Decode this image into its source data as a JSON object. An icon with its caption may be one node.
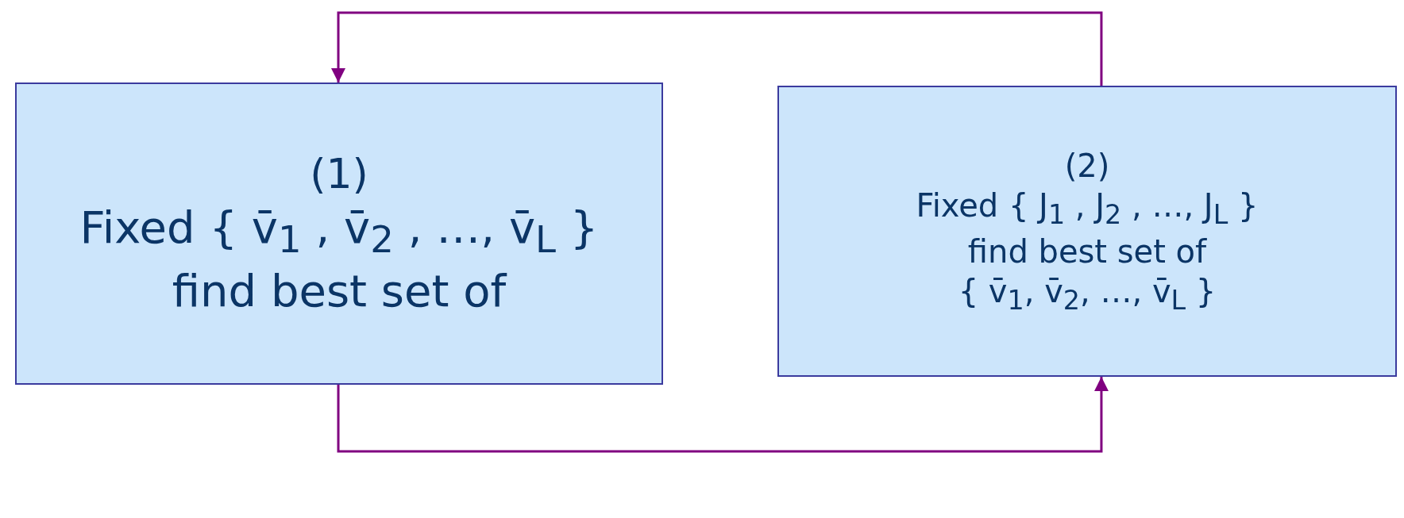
{
  "diagram": {
    "nodes": [
      {
        "text": [
          "(1)",
          "Fixed { v̄$_{1}$ , v̄$_{2}$ , …, v̄$_{L}$ }",
          "find best set of"
        ]
      },
      {
        "text": [
          "(2)",
          "Fixed { J$_{1}$ , J$_{2}$ , …, J$_{L}$ }",
          "find best set of",
          "{ v̄$_{1}$, v̄$_{2}$, …, v̄$_{L}$ }"
        ]
      }
    ],
    "edges": [
      {
        "from": 1,
        "to": 0,
        "arrow": "to"
      },
      {
        "from": 0,
        "to": 1,
        "arrow": "to"
      }
    ]
  }
}
